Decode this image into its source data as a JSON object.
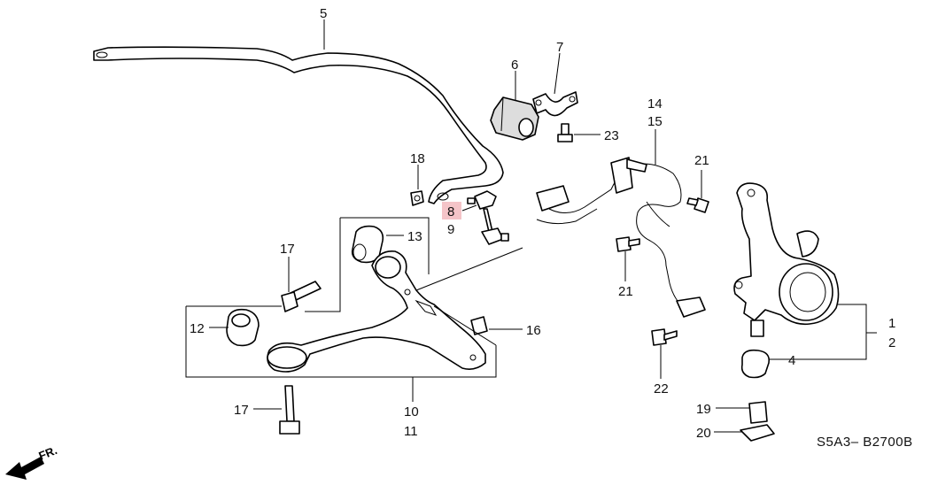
{
  "labels": {
    "p1": "1",
    "p2": "2",
    "p4": "4",
    "p5": "5",
    "p6": "6",
    "p7": "7",
    "p8": "8",
    "p9": "9",
    "p10": "10",
    "p11": "11",
    "p12": "12",
    "p13": "13",
    "p14": "14",
    "p15": "15",
    "p16": "16",
    "p17a": "17",
    "p17b": "17",
    "p18": "18",
    "p19": "19",
    "p20": "20",
    "p21a": "21",
    "p21b": "21",
    "p22": "22",
    "p23": "23"
  },
  "diagram_code": "S5A3– B2700B",
  "front_label": "FR.",
  "colors": {
    "highlight": "#f4c4c8",
    "line": "#000000"
  }
}
